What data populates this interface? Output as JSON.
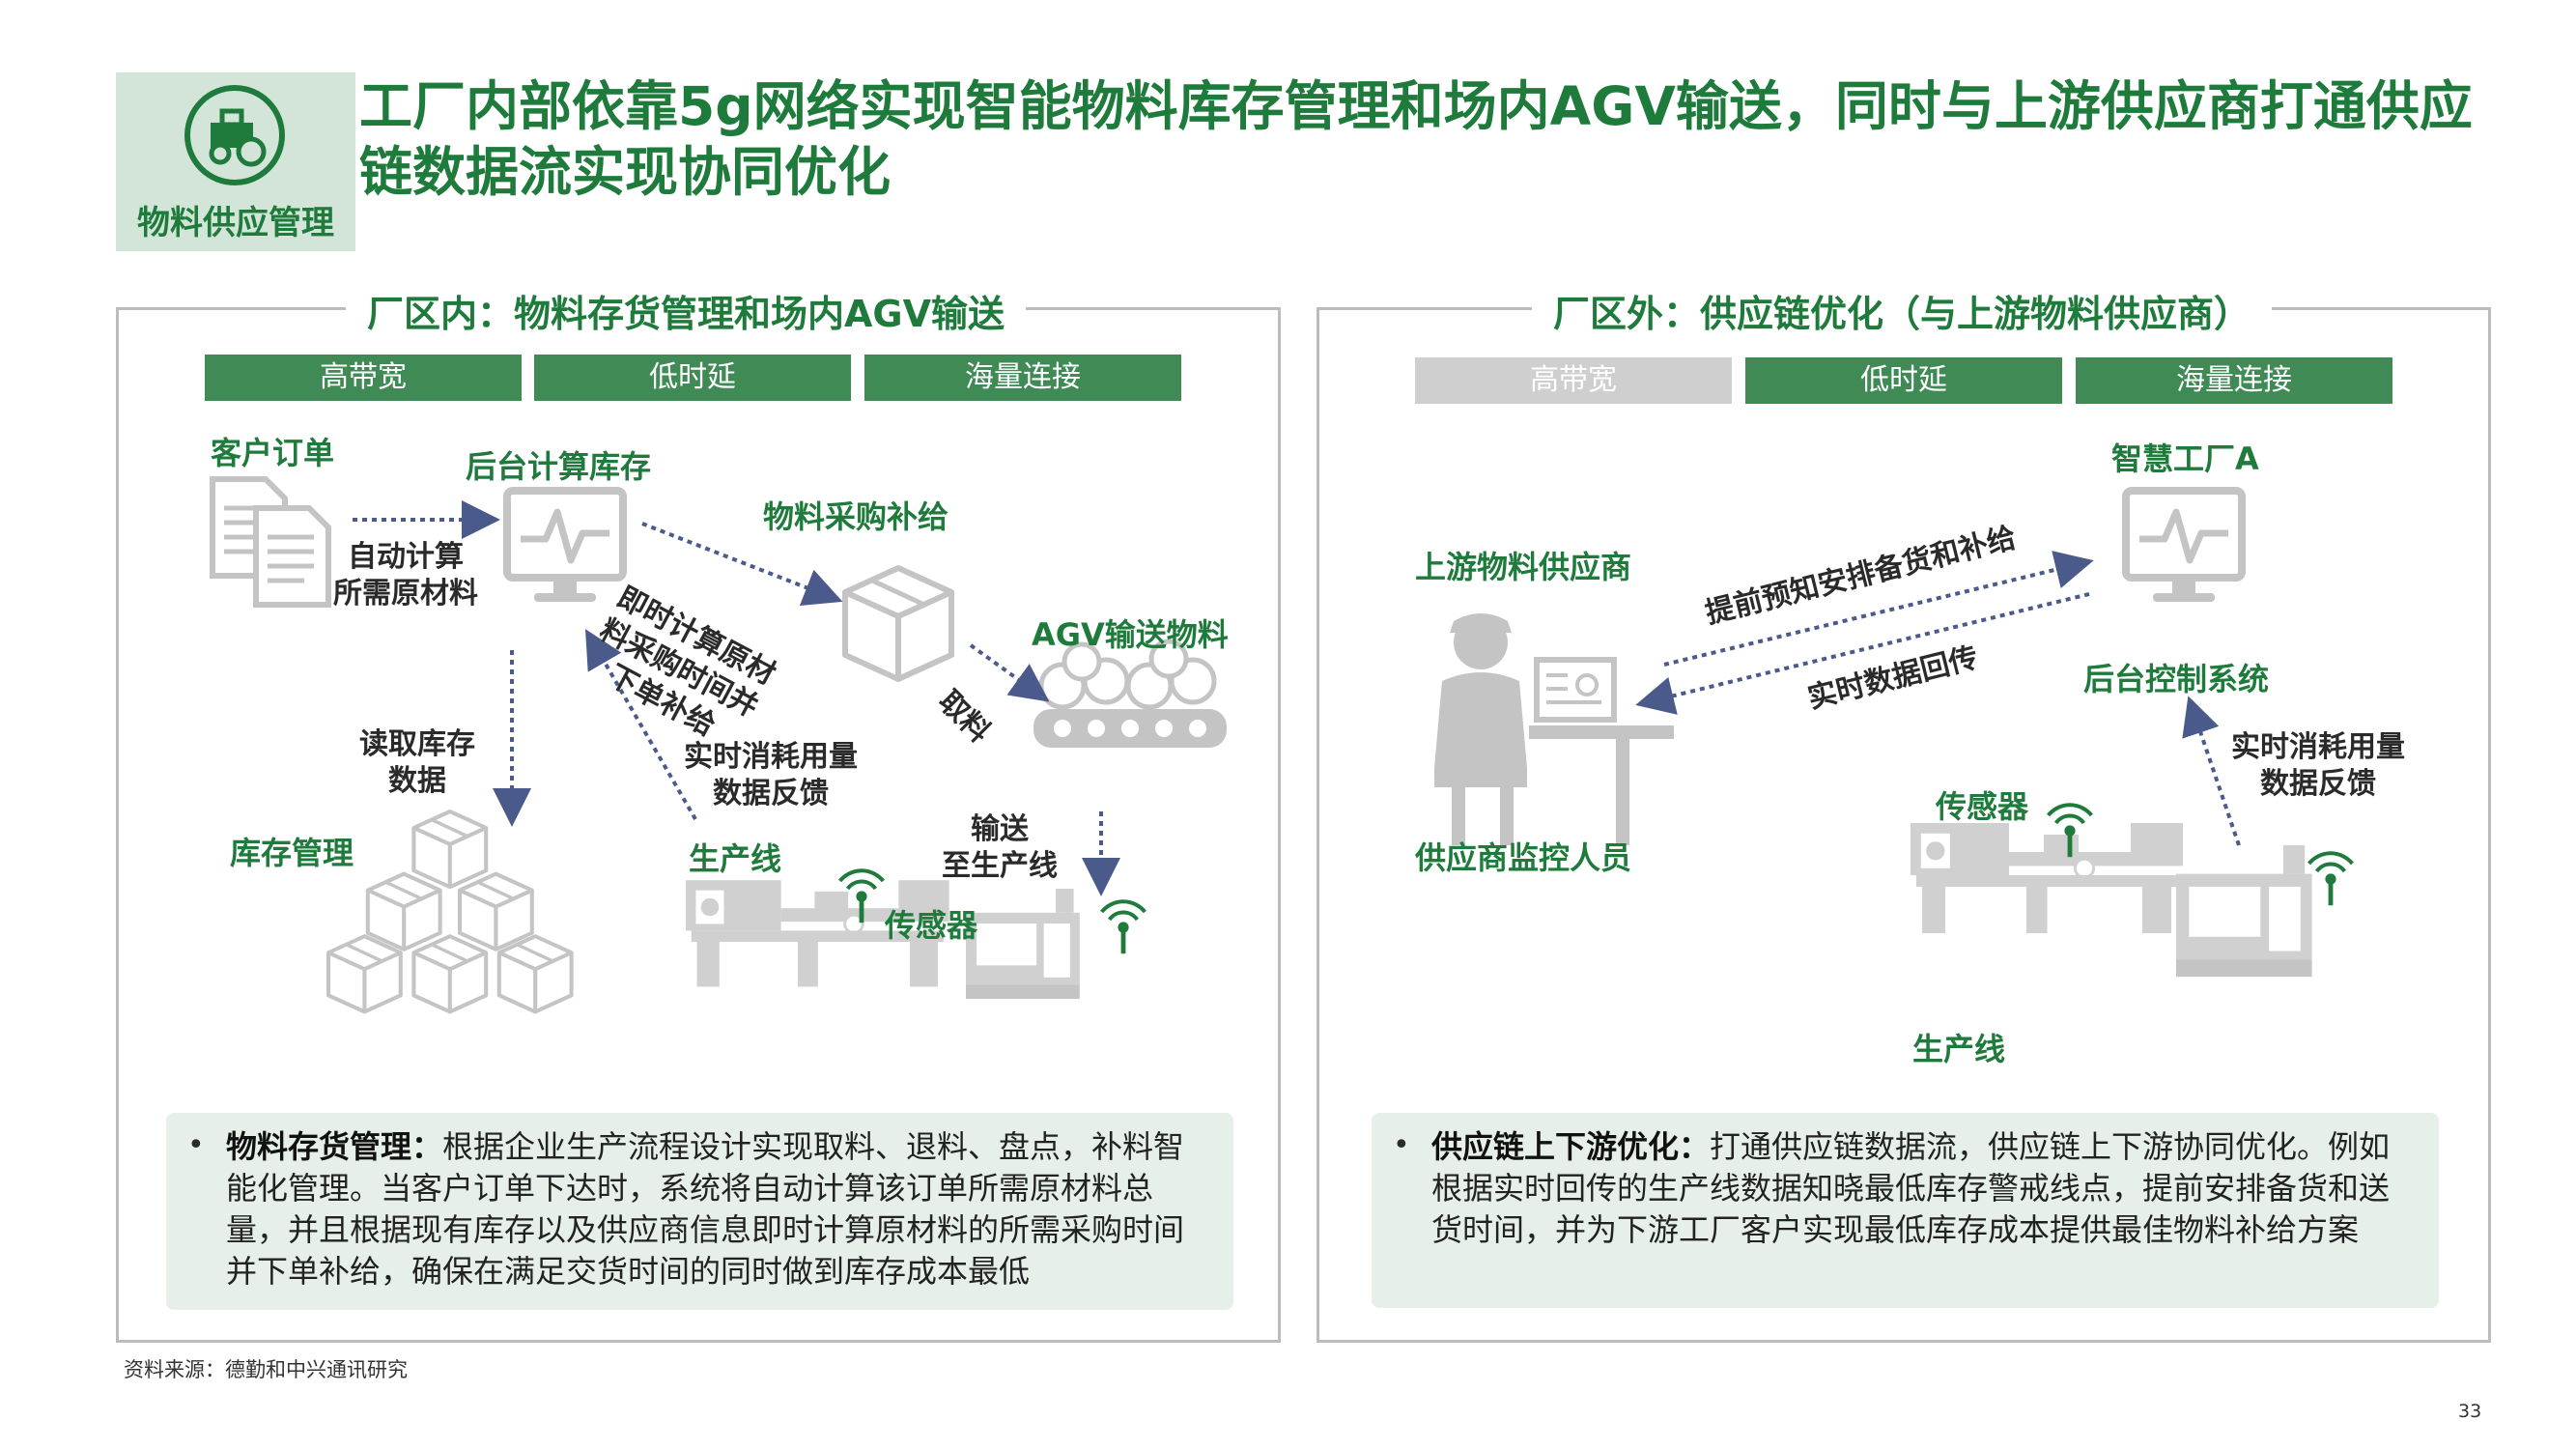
{
  "header": {
    "badge_label": "物料供应管理",
    "badge_icon": "tractor-icon",
    "title": "工厂内部依靠5g网络实现智能物料库存管理和场内AGV输送，同时与上游供应商打通供应链数据流实现协同优化"
  },
  "left": {
    "title": "厂区内：物料存货管理和场内AGV输送",
    "tags": [
      "高带宽",
      "低时延",
      "海量连接"
    ],
    "labels": {
      "customer_order": "客户订单",
      "backend_inventory": "后台计算库存",
      "purchase": "物料采购补给",
      "agv": "AGV输送物料",
      "inventory_mgmt": "库存管理",
      "production_line": "生产线",
      "sensor": "传感器"
    },
    "arrow_labels": {
      "auto_calc": "自动计算\n所需原材料",
      "instant_calc": "即时计算原材\n料采购时间并\n下单补给",
      "read_inventory": "读取库存\n数据",
      "realtime_feedback": "实时消耗用量\n数据反馈",
      "pickup": "取料",
      "deliver": "输送\n至生产线"
    },
    "note": {
      "title": "物料存货管理",
      "text": "根据企业生产流程设计实现取料、退料、盘点，补料智能化管理。当客户订单下达时，系统将自动计算该订单所需原材料总量，并且根据现有库存以及供应商信息即时计算原材料的所需采购时间并下单补给，确保在满足交货时间的同时做到库存成本最低"
    }
  },
  "right": {
    "title": "厂区外：供应链优化（与上游物料供应商）",
    "tags": [
      "高带宽",
      "低时延",
      "海量连接"
    ],
    "labels": {
      "upstream_supplier": "上游物料供应商",
      "supplier_monitor": "供应商监控人员",
      "smart_factory": "智慧工厂A",
      "backend_control": "后台控制系统",
      "sensor": "传感器",
      "production_line": "生产线"
    },
    "arrow_labels": {
      "advance_notice": "提前预知安排备货和补给",
      "realtime_return": "实时数据回传",
      "realtime_feedback": "实时消耗用量\n数据反馈"
    },
    "note": {
      "title": "供应链上下游优化",
      "text": "打通供应链数据流，供应链上下游协同优化。例如根据实时回传的生产线数据知晓最低库存警戒线点，提前安排备货和送货时间，并为下游工厂客户实现最低库存成本提供最佳物料补给方案"
    }
  },
  "footer": {
    "source": "资料来源：德勤和中兴通讯研究",
    "page_number": "33"
  },
  "colors": {
    "brand_green": "#1e7b3c",
    "tag_green": "#3f8a55",
    "tag_gray": "#cfcfcf",
    "note_bg": "#e6f0e9",
    "icon_gray": "#c4c4c4"
  }
}
